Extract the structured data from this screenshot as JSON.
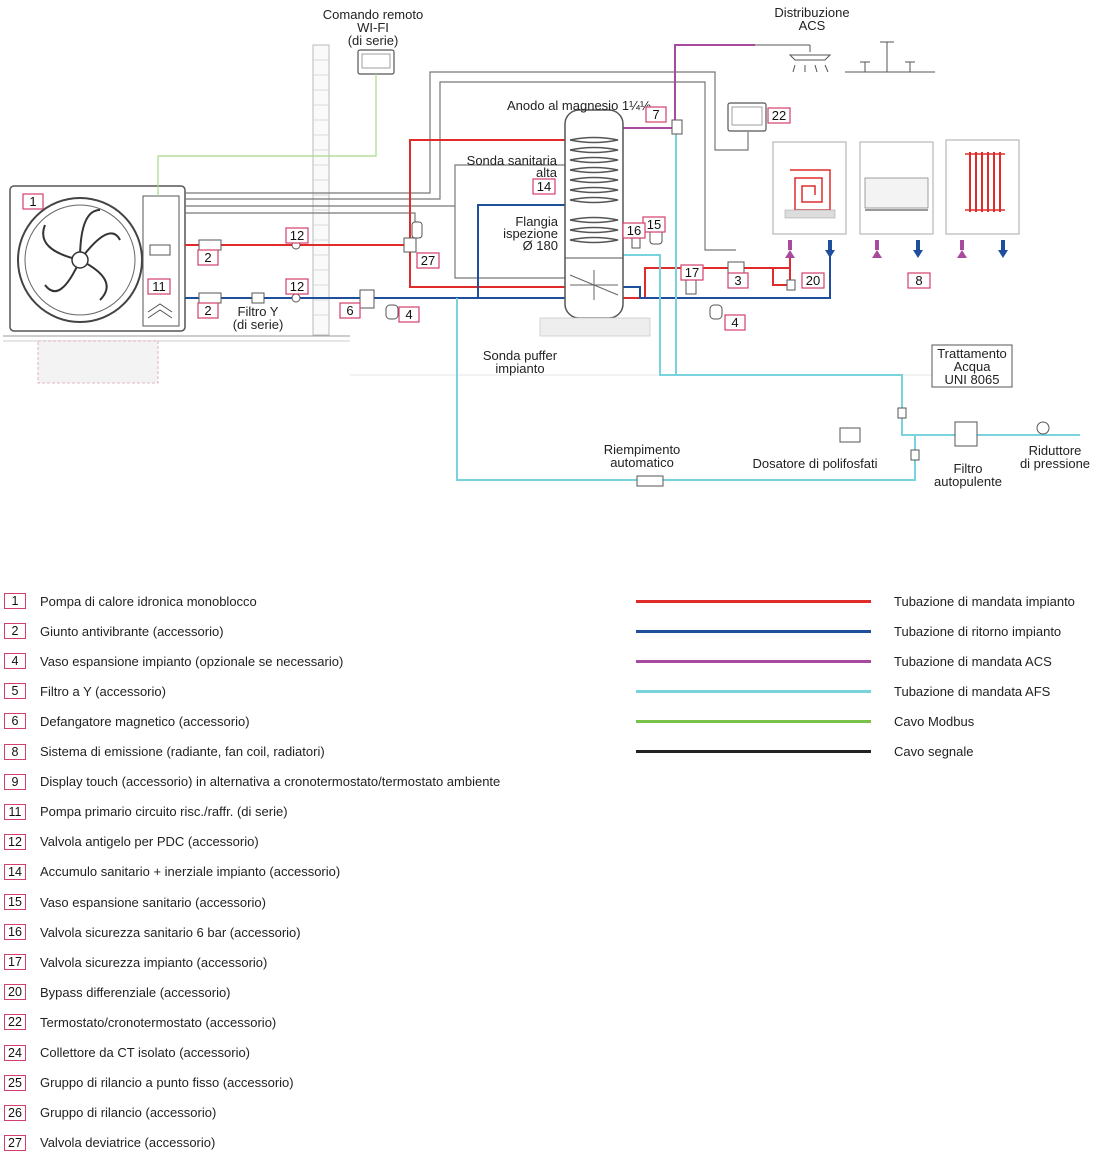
{
  "colors": {
    "mandata_impianto": "#e02b2b",
    "ritorno_impianto": "#1f4e9c",
    "mandata_acs": "#a84b9e",
    "mandata_afs": "#79d3dc",
    "modbus": "#79c24a",
    "segnale": "#222222",
    "number_box": "#d2406a"
  },
  "diagram": {
    "labels": {
      "comando_remoto": [
        "Comando remoto",
        "WI-FI",
        "(di serie)"
      ],
      "distribuzione": [
        "Distribuzione",
        "ACS"
      ],
      "anodo": "Anodo al magnesio 1¼½",
      "sonda_sanitaria": [
        "Sonda sanitaria",
        "alta"
      ],
      "flangia": [
        "Flangia",
        "ispezione",
        "Ø 180"
      ],
      "filtro_y": [
        "Filtro Y",
        "(di serie)"
      ],
      "sonda_puffer": [
        "Sonda puffer",
        "impianto"
      ],
      "trattamento": [
        "Trattamento",
        "Acqua",
        "UNI 8065"
      ],
      "riempimento": [
        "Riempimento",
        "automatico"
      ],
      "dosatore": "Dosatore di polifosfati",
      "filtro_autopulente": [
        "Filtro",
        "autopulente"
      ],
      "riduttore": [
        "Riduttore",
        "di pressione"
      ]
    },
    "numbers": {
      "n1": "1",
      "n2a": "2",
      "n2b": "2",
      "n3": "3",
      "n4a": "4",
      "n4b": "4",
      "n6": "6",
      "n7": "7",
      "n8": "8",
      "n11": "11",
      "n12a": "12",
      "n12b": "12",
      "n14": "14",
      "n15": "15",
      "n16": "16",
      "n17": "17",
      "n20": "20",
      "n22": "22",
      "n27": "27"
    }
  },
  "legend_items": [
    {
      "num": "1",
      "text": "Pompa di calore idronica monoblocco"
    },
    {
      "num": "2",
      "text": "Giunto antivibrante (accessorio)"
    },
    {
      "num": "4",
      "text": "Vaso espansione impianto (opzionale se necessario)"
    },
    {
      "num": "5",
      "text": "Filtro a Y (accessorio)"
    },
    {
      "num": "6",
      "text": "Defangatore magnetico (accessorio)"
    },
    {
      "num": "8",
      "text": "Sistema di emissione (radiante, fan coil, radiatori)"
    },
    {
      "num": "9",
      "text": "Display touch (accessorio) in alternativa a cronotermostato/termostato ambiente"
    },
    {
      "num": "11",
      "text": "Pompa primario circuito risc./raffr. (di serie)"
    },
    {
      "num": "12",
      "text": "Valvola antigelo per PDC (accessorio)"
    },
    {
      "num": "14",
      "text": "Accumulo sanitario + inerziale impianto (accessorio)"
    },
    {
      "num": "15",
      "text": "Vaso espansione sanitario (accessorio)"
    },
    {
      "num": "16",
      "text": "Valvola sicurezza sanitario 6 bar (accessorio)"
    },
    {
      "num": "17",
      "text": "Valvola sicurezza impianto (accessorio)"
    },
    {
      "num": "20",
      "text": "Bypass differenziale (accessorio)"
    },
    {
      "num": "22",
      "text": "Termostato/cronotermostato (accessorio)"
    },
    {
      "num": "24",
      "text": "Collettore da CT isolato (accessorio)"
    },
    {
      "num": "25",
      "text": "Gruppo di rilancio a punto fisso (accessorio)"
    },
    {
      "num": "26",
      "text": "Gruppo di rilancio (accessorio)"
    },
    {
      "num": "27",
      "text": "Valvola deviatrice (accessorio)"
    }
  ],
  "pipe_legend": [
    {
      "text": "Tubazione di mandata impianto",
      "color": "#e02b2b"
    },
    {
      "text": "Tubazione di ritorno impianto",
      "color": "#1f4e9c"
    },
    {
      "text": "Tubazione di mandata ACS",
      "color": "#a84b9e"
    },
    {
      "text": "Tubazione di mandata AFS",
      "color": "#79d3dc"
    },
    {
      "text": "Cavo Modbus",
      "color": "#79c24a"
    },
    {
      "text": "Cavo segnale",
      "color": "#222222"
    }
  ]
}
